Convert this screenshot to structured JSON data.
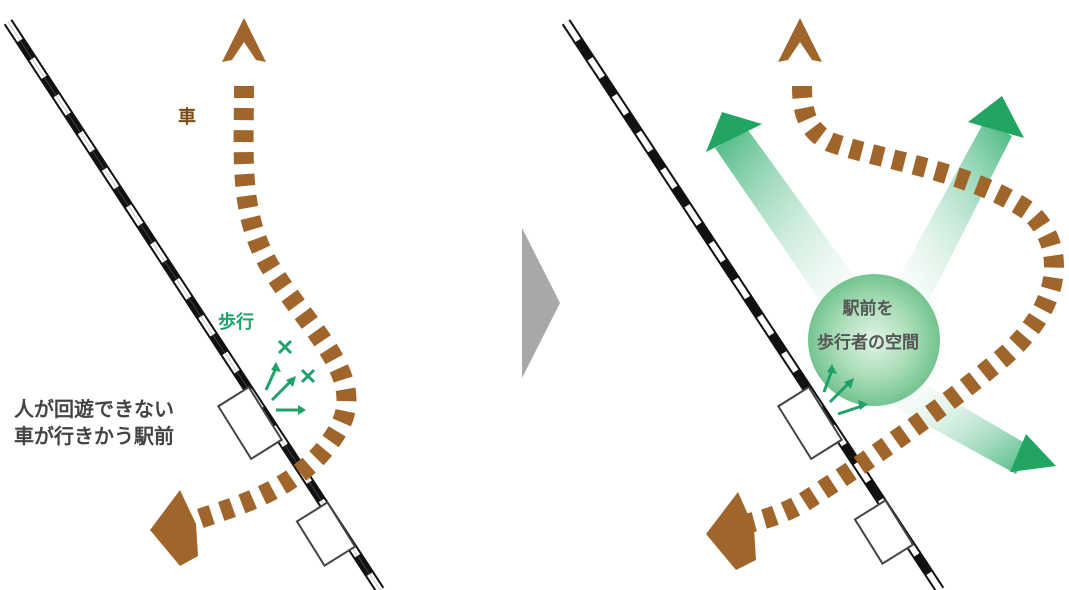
{
  "colors": {
    "road": "#a0652b",
    "pedestrian": "#1fa16a",
    "rail_dark": "#111111",
    "rail_light": "#ffffff",
    "divider_arrow": "#a8a8a8",
    "car_label": "#7a4a17",
    "walk_label": "#1fa16a",
    "caption": "#444444",
    "circle_label": "#555555"
  },
  "before": {
    "car_label": "車",
    "walk_label": "歩行",
    "caption_line1": "人が回遊できない",
    "caption_line2": "車が行きかう駅前"
  },
  "after": {
    "circle_line1": "駅前を",
    "circle_line2": "歩行者の空間"
  },
  "icons": {
    "divider": "chevron-right-icon",
    "blocked": "x-mark-icon",
    "road_arrow": "arrow-head-icon"
  }
}
